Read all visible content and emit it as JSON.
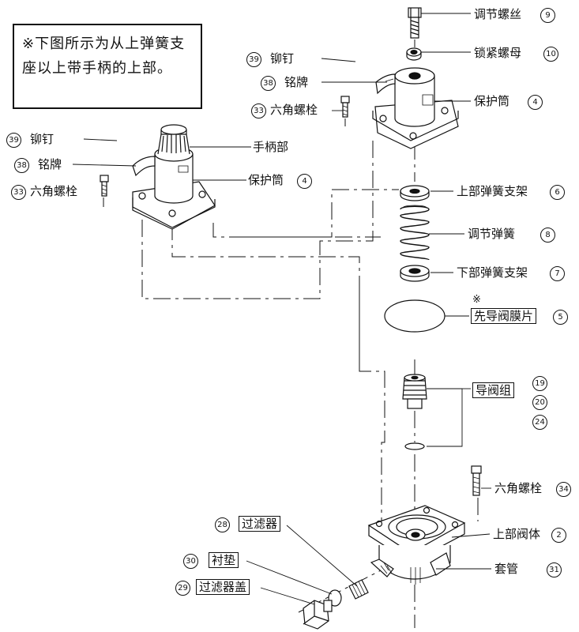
{
  "note": "※下图所示为从上弹簧支座以上带手柄的上部。",
  "note_mark": "※",
  "left_assembly": {
    "rivet": {
      "num": "39",
      "label": "铆钉"
    },
    "nameplate": {
      "num": "38",
      "label": "铭牌"
    },
    "hex_bolt": {
      "num": "33",
      "label": "六角螺栓"
    },
    "handle": {
      "label": "手柄部"
    },
    "guard": {
      "num": "4",
      "label": "保护筒"
    }
  },
  "main_assembly": {
    "adjust_screw": {
      "num": "9",
      "label": "调节螺丝"
    },
    "lock_nut": {
      "num": "10",
      "label": "锁紧螺母"
    },
    "rivet": {
      "num": "39",
      "label": "铆钉"
    },
    "nameplate": {
      "num": "38",
      "label": "铭牌"
    },
    "hex_bolt_top": {
      "num": "33",
      "label": "六角螺栓"
    },
    "guard": {
      "num": "4",
      "label": "保护筒"
    },
    "upper_spring_seat": {
      "num": "6",
      "label": "上部弹簧支架"
    },
    "adjust_spring": {
      "num": "8",
      "label": "调节弹簧"
    },
    "lower_spring_seat": {
      "num": "7",
      "label": "下部弹簧支架"
    },
    "pilot_diaphragm": {
      "num": "5",
      "label": "先导阀膜片"
    },
    "pilot_valve_group": {
      "label": "导阀组",
      "nums": [
        "19",
        "20",
        "24"
      ]
    },
    "hex_bolt_body": {
      "num": "34",
      "label": "六角螺栓"
    },
    "upper_body": {
      "num": "2",
      "label": "上部阀体"
    },
    "sleeve": {
      "num": "31",
      "label": "套管"
    },
    "filter": {
      "num": "28",
      "label": "过滤器"
    },
    "gasket": {
      "num": "30",
      "label": "衬垫"
    },
    "filter_cap": {
      "num": "29",
      "label": "过滤器盖"
    }
  }
}
